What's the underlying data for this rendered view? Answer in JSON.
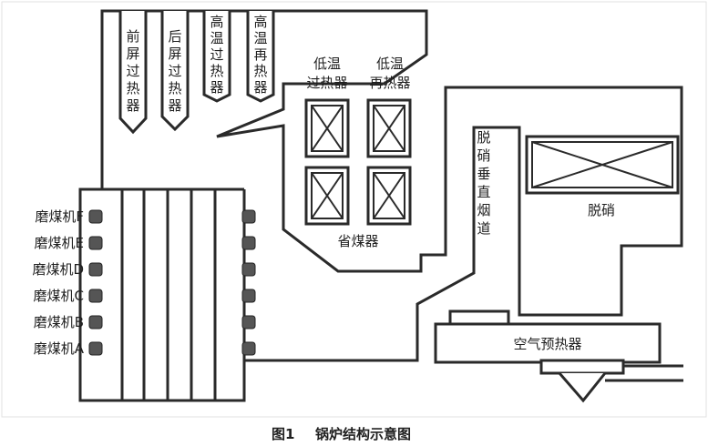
{
  "figure": {
    "caption_number": "图1",
    "caption_title": "锅炉结构示意图"
  },
  "labels": {
    "front_platen": "前屏过热器",
    "rear_platen": "后屏过热器",
    "ht_superheater": "高温过热器",
    "ht_reheater": "高温再热器",
    "lt_superheater": "低温过热器",
    "lt_reheater": "低温再热器",
    "economizer": "省煤器",
    "denox_vertical_flue": "脱硝垂直烟道",
    "denox": "脱硝",
    "air_preheater": "空气预热器"
  },
  "mills": [
    "磨煤机F",
    "磨煤机E",
    "磨煤机D",
    "磨煤机C",
    "磨煤机B",
    "磨煤机A"
  ],
  "colors": {
    "stroke": "#2a2a2a",
    "fill": "#ffffff",
    "frame": "#dcdcdc"
  }
}
